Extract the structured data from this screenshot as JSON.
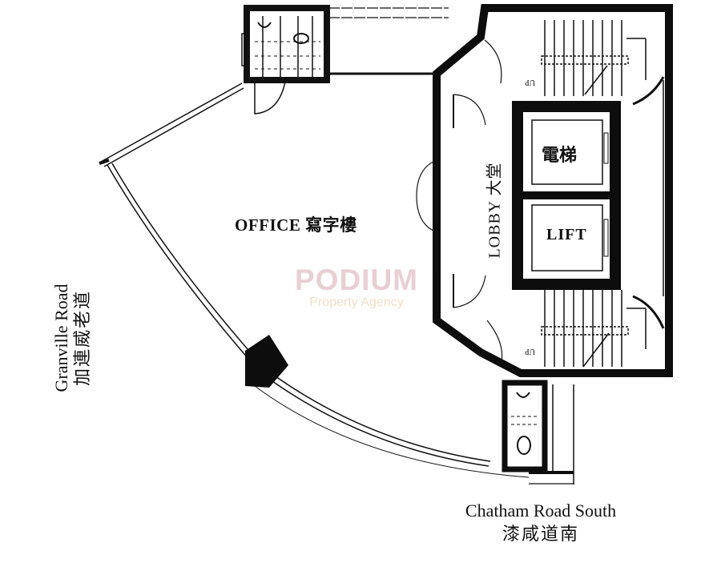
{
  "floor_plan": {
    "rooms": {
      "office": "OFFICE 寫字樓",
      "lobby": "LOBBY 大堂",
      "lift_cn": "電梯",
      "lift_en": "LIFT",
      "stair_up_label": "UP"
    },
    "roads": {
      "west": {
        "en": "Granville Road",
        "cn": "加連威老道"
      },
      "south": {
        "en": "Chatham Road South",
        "cn": "漆咸道南"
      }
    },
    "watermark": {
      "brand": "PODIUM",
      "tagline": "Property Agency",
      "brand_color": "#e8cfd3",
      "tagline_color": "#efe0c4"
    },
    "colors": {
      "wall": "#0d0d0d",
      "line": "#1a1a1a",
      "background": "#ffffff"
    }
  }
}
